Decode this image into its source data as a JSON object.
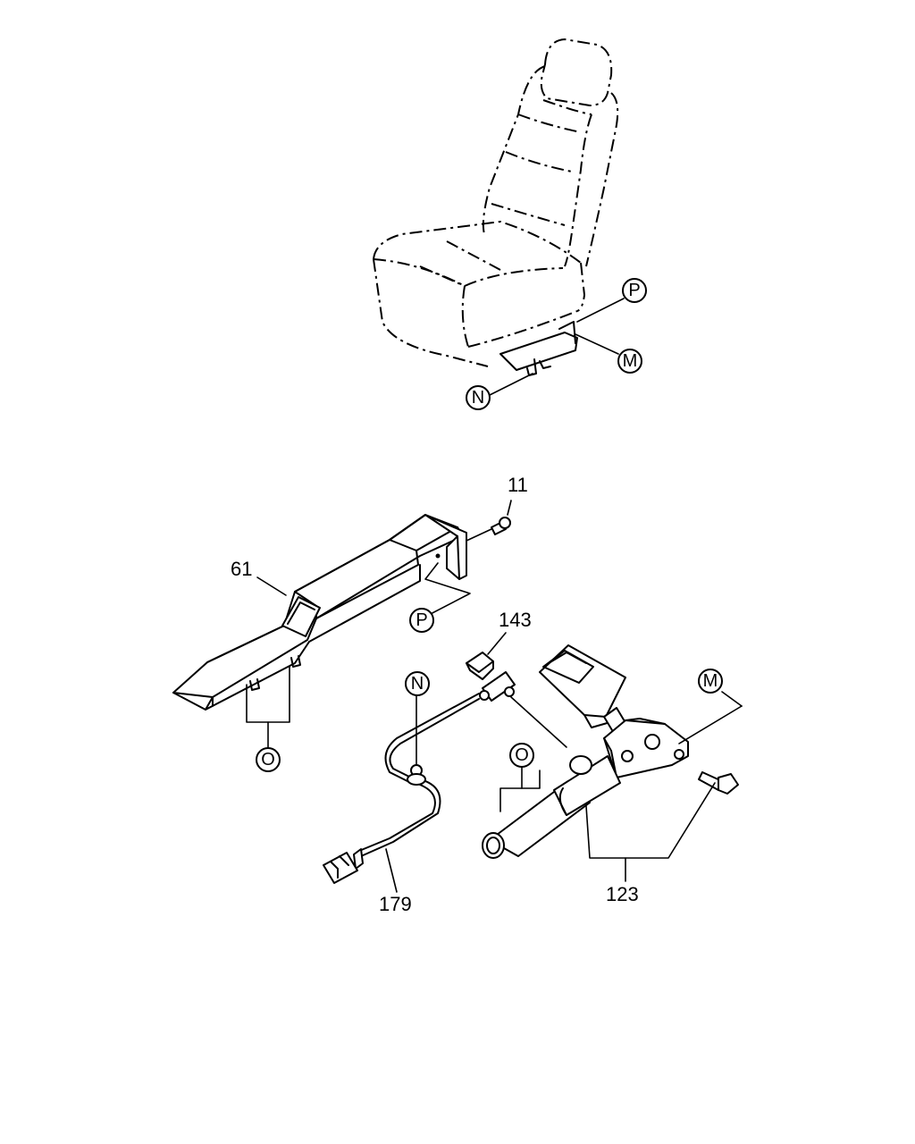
{
  "part_labels": {
    "p11": "11",
    "p61": "61",
    "p143": "143",
    "p179": "179",
    "p123": "123"
  },
  "callouts": {
    "P": "P",
    "M": "M",
    "N": "N",
    "O": "O"
  }
}
